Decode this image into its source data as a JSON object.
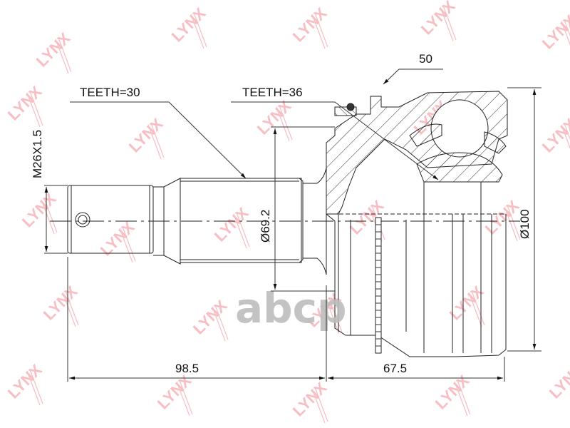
{
  "diagram": {
    "type": "technical-drawing",
    "subject": "CV joint (outer) dimension drawing",
    "watermark": {
      "text": "LYNX",
      "color": "#f4a9b0"
    },
    "logo": {
      "text": "abcp",
      "color": "#bdbdbd"
    },
    "labels": {
      "teeth_outer": "TEETH=30",
      "teeth_inner": "TEETH=36",
      "thread": "M26X1.5",
      "shaft_diameter": "Ø69.2",
      "housing_diameter": "Ø100",
      "abs_ring": "50",
      "length_shaft": "98.5",
      "length_housing": "67.5"
    },
    "colors": {
      "line": "#222222",
      "dim_line": "#333333",
      "hatch": "#333333"
    }
  }
}
